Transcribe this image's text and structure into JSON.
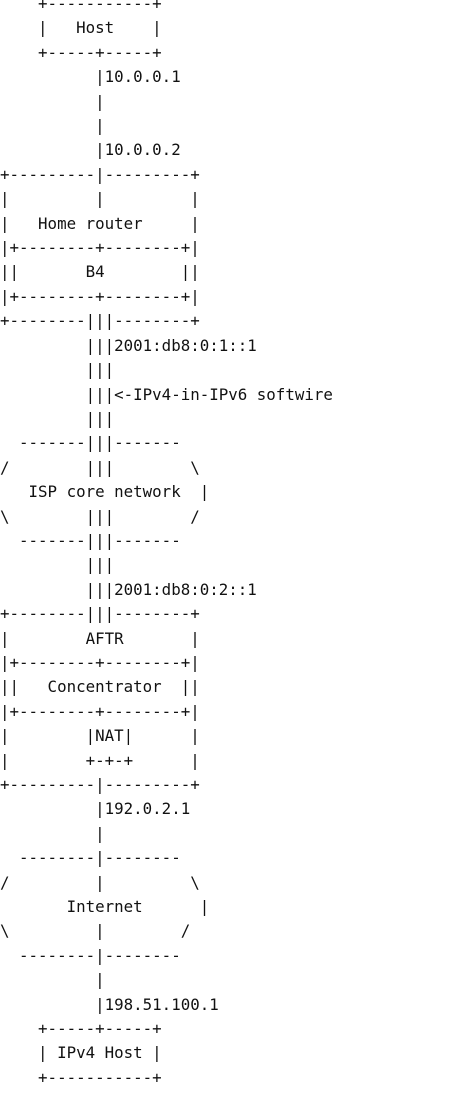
{
  "diagram": {
    "lines": [
      "    +-----------+",
      "    |   Host    |",
      "    +-----+-----+",
      "          |10.0.0.1",
      "          |",
      "          |",
      "          |10.0.0.2",
      "+---------|---------+",
      "|         |         |",
      "|   Home router     |",
      "|+--------+--------+|",
      "||       B4        ||",
      "|+--------+--------+|",
      "+--------|||--------+",
      "         |||2001:db8:0:1::1",
      "         |||",
      "         |||<-IPv4-in-IPv6 softwire",
      "         |||",
      "  -------|||-------",
      "/        |||        \\",
      "   ISP core network  |",
      "\\        |||        /",
      "  -------|||-------",
      "         |||",
      "         |||2001:db8:0:2::1",
      "+--------|||--------+",
      "|        AFTR       |",
      "|+--------+--------+|",
      "||   Concentrator  ||",
      "|+--------+--------+|",
      "|        |NAT|      |",
      "|        +-+-+      |",
      "+---------|---------+",
      "          |192.0.2.1",
      "          |",
      "  --------|--------",
      "/         |         \\",
      "       Internet      |",
      "\\         |        /",
      "  --------|--------",
      "          |",
      "          |198.51.100.1",
      "    +-----+-----+",
      "    | IPv4 Host |",
      "    +-----------+"
    ]
  }
}
